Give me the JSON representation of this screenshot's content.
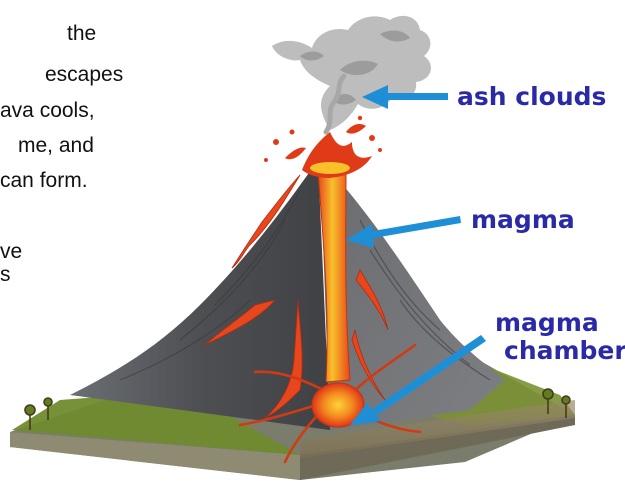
{
  "text_fragments": [
    "the",
    "escapes",
    "ava cools,",
    "me, and",
    "can form.",
    "ve",
    "s"
  ],
  "labels": {
    "ash_clouds": "ash clouds",
    "magma": "magma",
    "magma_chamber_line1": "magma",
    "magma_chamber_line2": "chamber"
  },
  "colors": {
    "arrow": "#1e8fd6",
    "label_text": "#2a2aa8",
    "lava": "#e8461c",
    "magma_core": "#f6b21a",
    "rock": "#5b5d60",
    "ground": "#6f8b2d",
    "ash": "#b9b9b9"
  }
}
